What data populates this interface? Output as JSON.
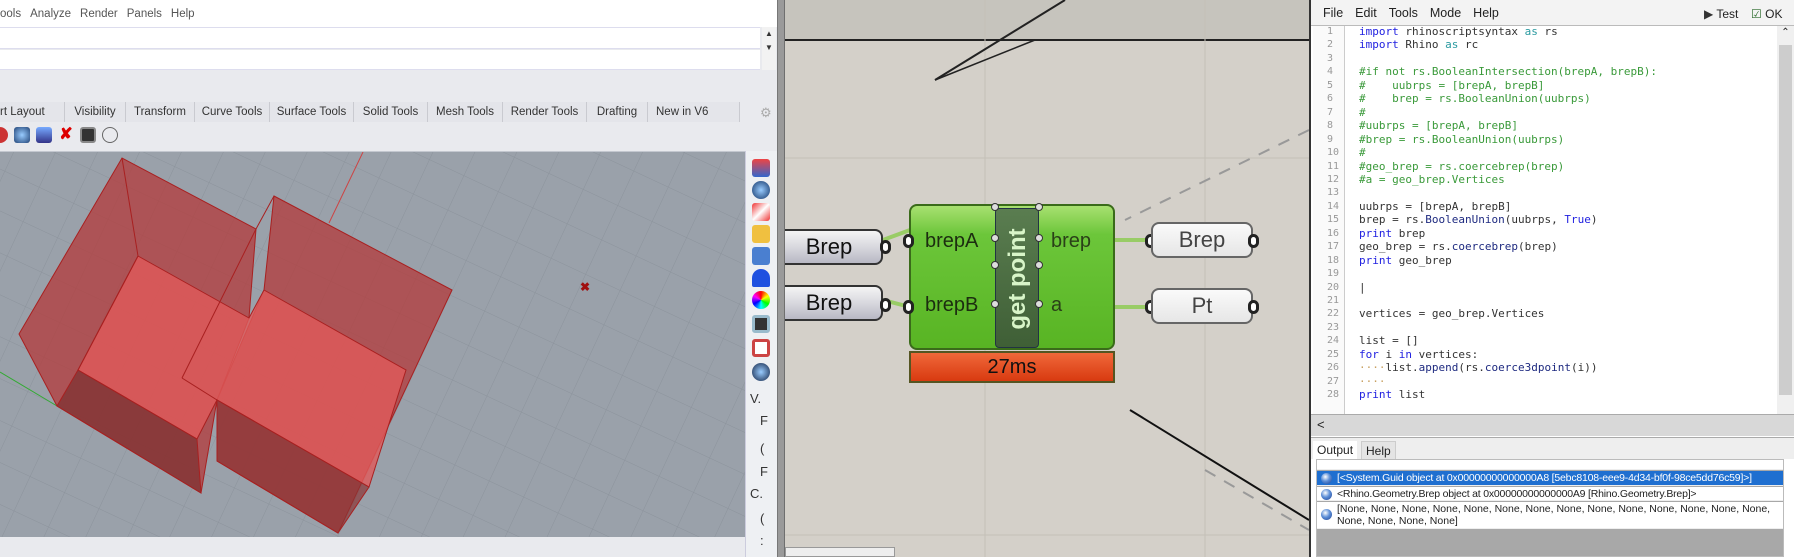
{
  "rhino": {
    "menu": [
      "ools",
      "Analyze",
      "Render",
      "Panels",
      "Help"
    ],
    "tabs": [
      "rt Layout",
      "Visibility",
      "Transform",
      "Curve Tools",
      "Surface Tools",
      "Solid Tools",
      "Mesh Tools",
      "Render Tools",
      "Drafting",
      "New in V6"
    ],
    "toolbar_icons": [
      "render-icon",
      "globe-icon",
      "cube-icon",
      "delete-icon",
      "display-icon",
      "shape-icon"
    ],
    "side_icons": [
      "materials-icon",
      "environment-icon",
      "texture-icon",
      "folder-icon",
      "named-views-icon",
      "notifications-icon",
      "color-wheel-icon"
    ],
    "side_list": [
      "V.",
      "F",
      "(",
      "F",
      "C.",
      "(",
      ":"
    ],
    "colors": {
      "viewport": "#9aa1aa",
      "geometry": "#c23b3b"
    }
  },
  "grasshopper": {
    "inputs": [
      "Brep",
      "Brep"
    ],
    "component": {
      "name": "get point",
      "inputs": [
        "brepA",
        "brepB"
      ],
      "outputs": [
        "brep",
        "a"
      ],
      "timing": "27ms"
    },
    "outputs": [
      "Brep",
      "Pt"
    ],
    "colors": {
      "component": "#6cc63a",
      "timer": "#e04a20"
    }
  },
  "editor": {
    "menu": [
      "File",
      "Edit",
      "Tools",
      "Mode",
      "Help"
    ],
    "test_label": "Test",
    "ok_label": "OK",
    "code": [
      [
        [
          "import",
          "k"
        ],
        [
          " rhinoscriptsyntax ",
          ""
        ],
        [
          "as",
          "a"
        ],
        [
          " rs",
          ""
        ]
      ],
      [
        [
          "import",
          "k"
        ],
        [
          " Rhino ",
          ""
        ],
        [
          "as",
          "a"
        ],
        [
          " rc",
          ""
        ]
      ],
      [],
      [
        [
          "#if not rs.BooleanIntersection(brepA, brepB):",
          "c"
        ]
      ],
      [
        [
          "#    uubrps = [brepA, brepB]",
          "c"
        ]
      ],
      [
        [
          "#    brep = rs.BooleanUnion(uubrps)",
          "c"
        ]
      ],
      [
        [
          "#",
          "c"
        ]
      ],
      [
        [
          "#uubrps = [brepA, brepB]",
          "c"
        ]
      ],
      [
        [
          "#brep = rs.BooleanUnion(uubrps)",
          "c"
        ]
      ],
      [
        [
          "#",
          "c"
        ]
      ],
      [
        [
          "#geo_brep = rs.coercebrep(brep)",
          "c"
        ]
      ],
      [
        [
          "#a = geo_brep.Vertices",
          "c"
        ]
      ],
      [],
      [
        [
          "uubrps = [brepA, brepB]",
          ""
        ]
      ],
      [
        [
          "brep = rs.",
          ""
        ],
        [
          "BooleanUnion",
          "f"
        ],
        [
          "(uubrps, ",
          ""
        ],
        [
          "True",
          "k"
        ],
        [
          ")",
          ""
        ]
      ],
      [
        [
          "print",
          "k"
        ],
        [
          " brep",
          ""
        ]
      ],
      [
        [
          "geo_brep = rs.",
          ""
        ],
        [
          "coercebrep",
          "f"
        ],
        [
          "(brep)",
          ""
        ]
      ],
      [
        [
          "print",
          "k"
        ],
        [
          " geo_brep",
          ""
        ]
      ],
      [],
      [
        [
          "|",
          ""
        ]
      ],
      [],
      [
        [
          "vertices = geo_brep.Vertices",
          ""
        ]
      ],
      [],
      [
        [
          "list = []",
          ""
        ]
      ],
      [
        [
          "for",
          "k"
        ],
        [
          " i ",
          ""
        ],
        [
          "in",
          "k"
        ],
        [
          " vertices:",
          ""
        ]
      ],
      [
        [
          "····",
          "w"
        ],
        [
          "list.",
          ""
        ],
        [
          "append",
          "f"
        ],
        [
          "(rs.",
          ""
        ],
        [
          "coerce3dpoint",
          "f"
        ],
        [
          "(i))",
          ""
        ]
      ],
      [
        [
          "····",
          "w"
        ]
      ],
      [
        [
          "print",
          "k"
        ],
        [
          " list",
          ""
        ]
      ]
    ],
    "output_tabs": [
      "Output",
      "Help"
    ],
    "output_rows": [
      "[<System.Guid object at 0x00000000000000A8 [5ebc8108-eee9-4d34-bf0f-98ce5dd76c59]>]",
      "<Rhino.Geometry.Brep object at 0x00000000000000A9 [Rhino.Geometry.Brep]>",
      "[None, None, None, None, None, None, None, None, None, None, None, None, None, None, None, None, None, None]"
    ]
  }
}
